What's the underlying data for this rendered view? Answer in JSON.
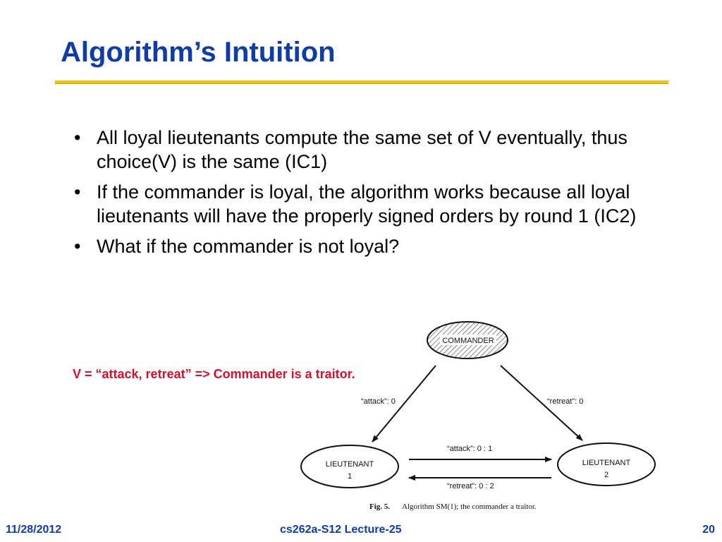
{
  "slide": {
    "title": "Algorithm’s Intuition",
    "bullets": [
      "All loyal lieutenants compute the same set of V eventually, thus choice(V) is the same (IC1)",
      "If the commander is loyal, the algorithm works because all loyal lieutenants will have the properly signed orders by round 1 (IC2)",
      "What if the commander is not loyal?"
    ],
    "bullet_glyph": "•",
    "note": "V = “attack, retreat” => Commander is a traitor."
  },
  "diagram": {
    "commander": "COMMANDER",
    "lieutenant1": {
      "name": "LIEUTENANT",
      "number": "1"
    },
    "lieutenant2": {
      "name": "LIEUTENANT",
      "number": "2"
    },
    "msg_c_to_l1": "“attack”: 0",
    "msg_c_to_l2": "“retreat”: 0",
    "msg_l1_to_l2": "“attack”: 0 : 1",
    "msg_l2_to_l1": "“retreat”: 0 : 2",
    "caption_fig": "Fig. 5.",
    "caption_text": "Algorithm SM(1); the commander a traitor."
  },
  "footer": {
    "date": "11/28/2012",
    "course": "cs262a-S12 Lecture-25",
    "page": "20"
  },
  "colors": {
    "title": "#0f3ca6",
    "rule": "#f5c400",
    "note": "#d4102c",
    "footer": "#0f3ca6"
  }
}
